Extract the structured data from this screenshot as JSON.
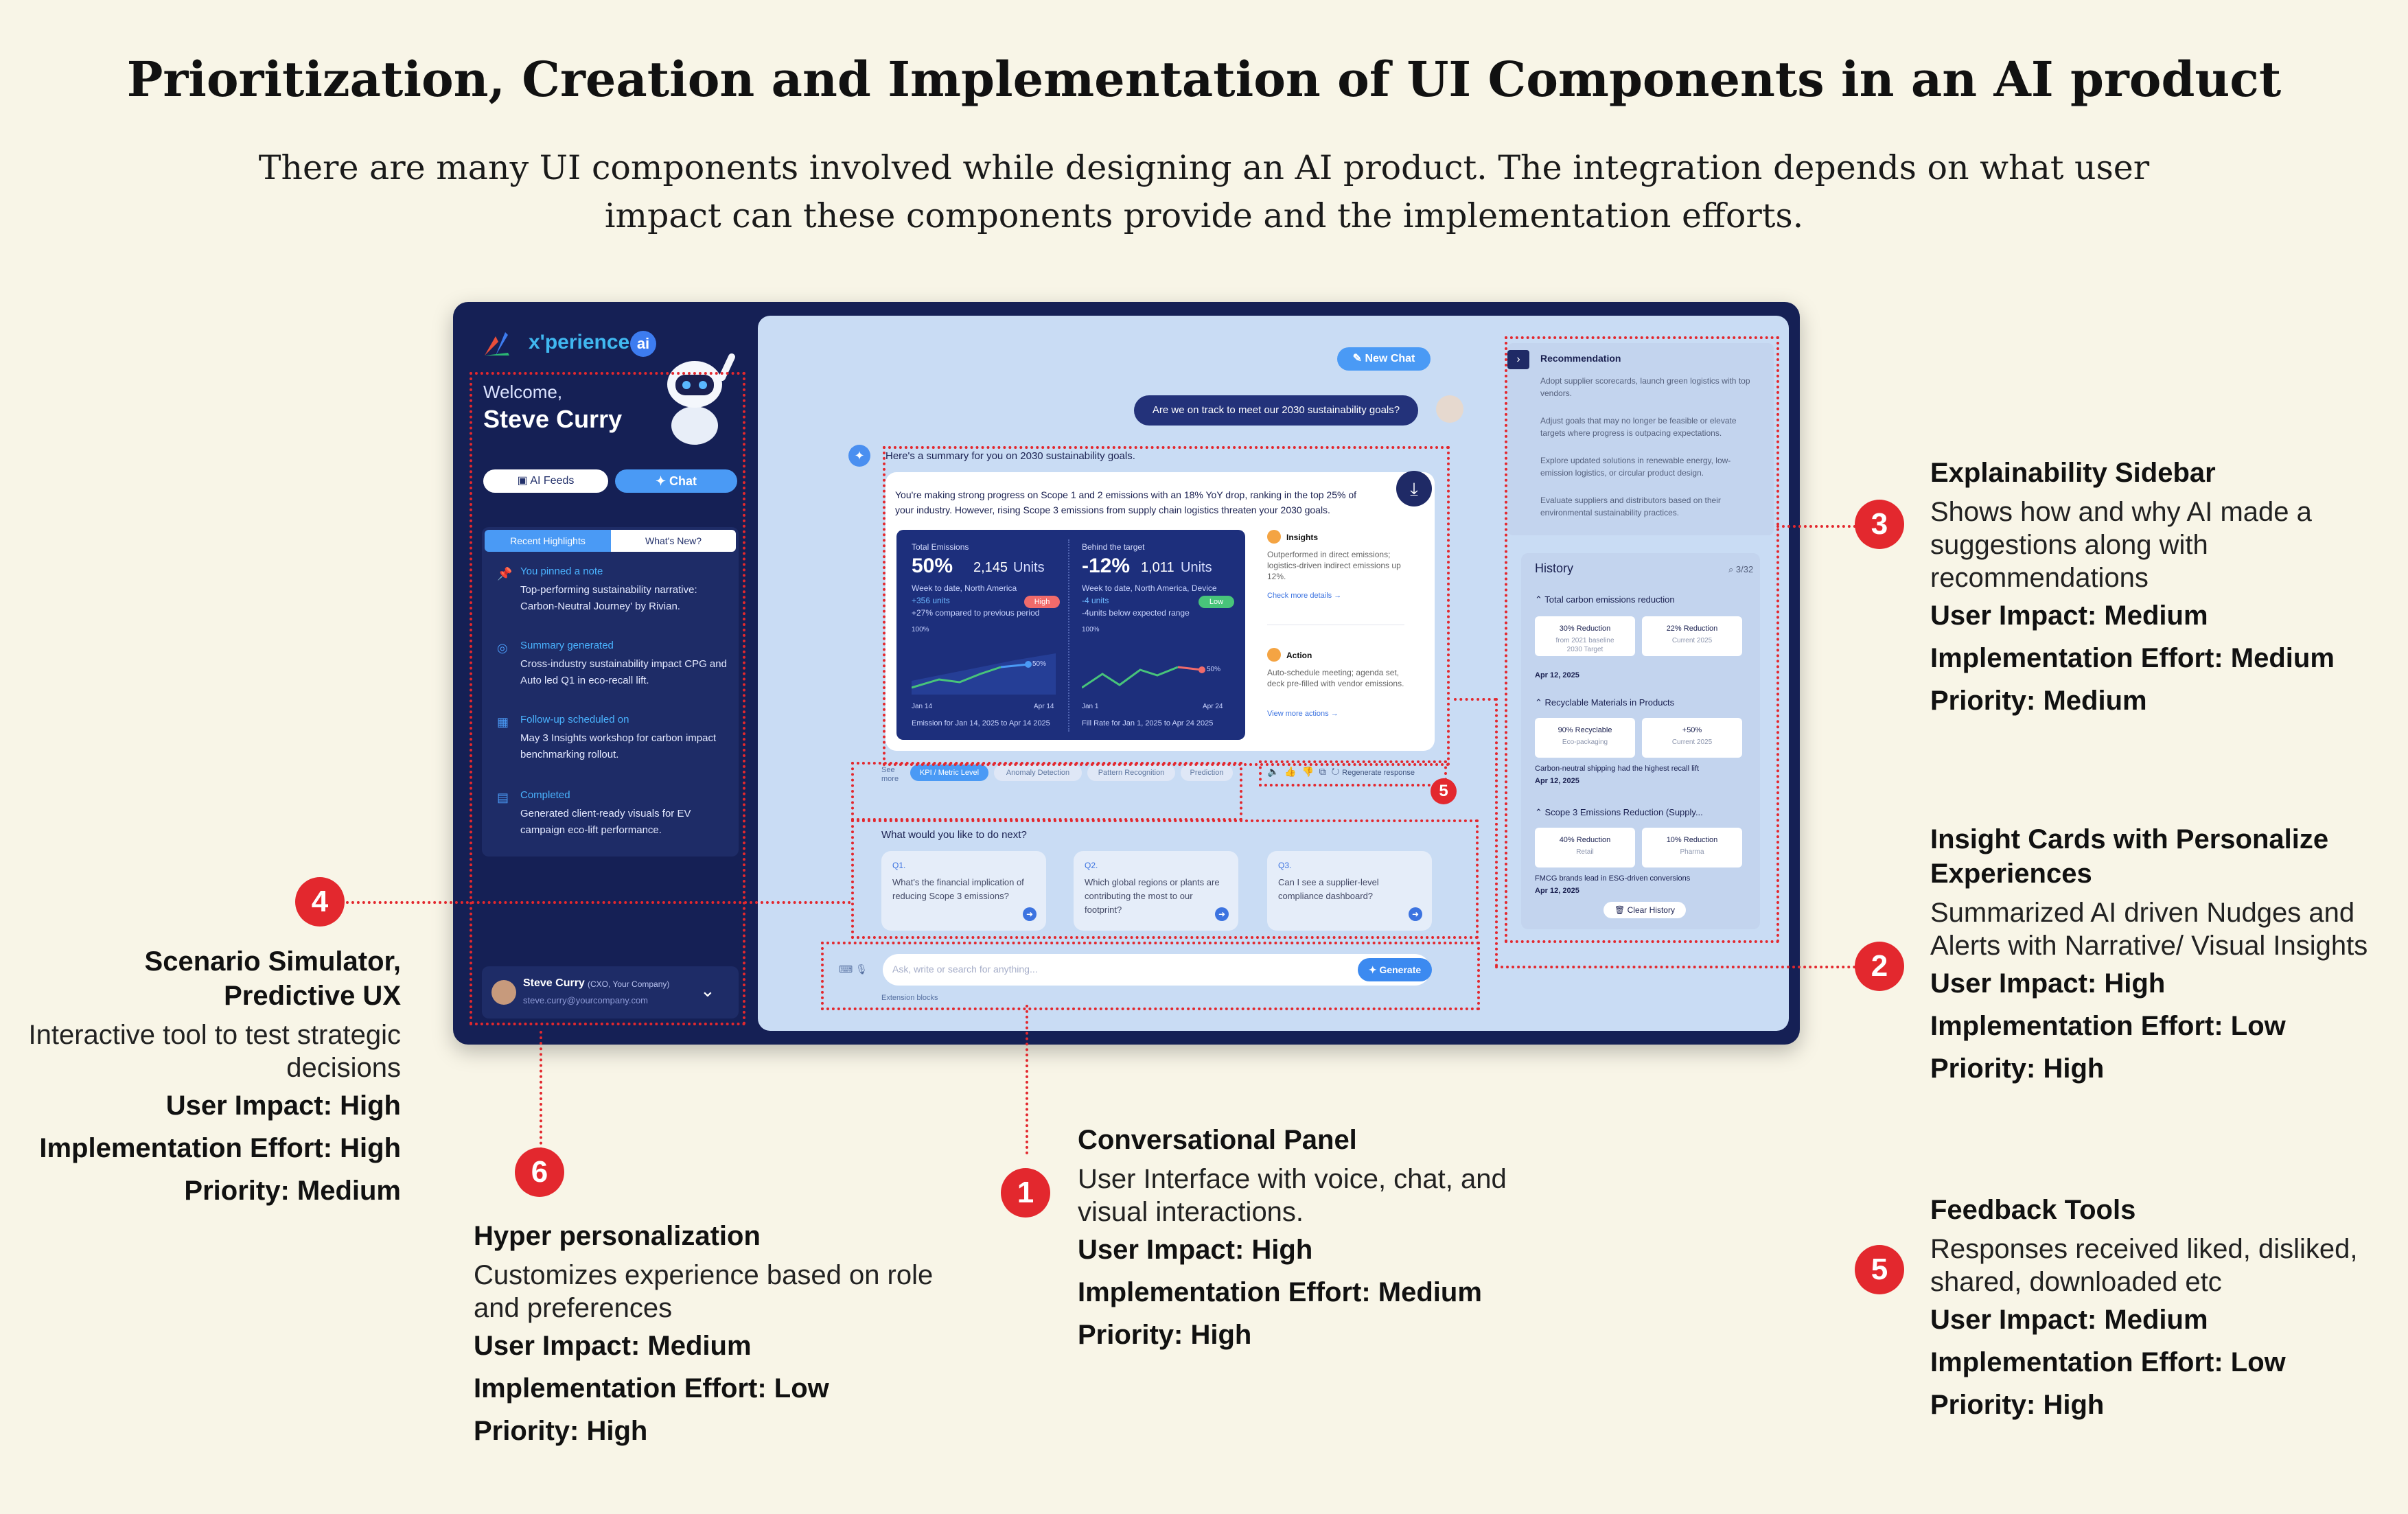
{
  "header": {
    "title": "Prioritization, Creation and Implementation of UI Components in an AI product",
    "subtitle": "There are many UI components involved while designing an AI product. The integration depends on what user impact can these components provide and the implementation efforts."
  },
  "app": {
    "logo_text": "x'perience",
    "logo_badge": "ai",
    "welcome": "Welcome,",
    "user_name": "Steve Curry",
    "tabs": {
      "feeds": "AI Feeds",
      "chat": "Chat"
    },
    "highlight_tabs": {
      "recent": "Recent Highlights",
      "whats_new": "What's New?"
    },
    "highlights": [
      {
        "head": "You pinned a note",
        "body": "Top-performing sustainability narrative: Carbon-Neutral Journey' by Rivian."
      },
      {
        "head": "Summary generated",
        "body": "Cross-industry sustainability impact CPG and Auto led Q1 in eco-recall lift."
      },
      {
        "head": "Follow-up scheduled on",
        "body": "May 3 Insights workshop for carbon impact benchmarking rollout."
      },
      {
        "head": "Completed",
        "body": "Generated client-ready visuals for EV campaign eco-lift performance."
      }
    ],
    "profile": {
      "name": "Steve Curry",
      "role": "(CXO, Your Company)",
      "email": "steve.curry@yourcompany.com"
    },
    "new_chat": "New Chat",
    "user_question": "Are we on track to meet our 2030 sustainability goals?",
    "summary_intro": "Here's a summary for you on 2030 sustainability goals.",
    "summary_text": "You're making strong progress on Scope 1 and 2 emissions with an 18% YoY drop, ranking in the top 25% of your industry. However, rising Scope 3 emissions from supply chain logistics threaten your 2030 goals.",
    "kpi": [
      {
        "label": "Total Emissions",
        "pct": "50%",
        "value": "2,145",
        "units": "Units",
        "period": "Week to date, North America",
        "delta": "+356 units",
        "badge": "High",
        "note": "+27% compared to previous period",
        "axis_top": "100%",
        "axis_left": "Jan 14",
        "axis_right": "Apr 14",
        "marker": "50%",
        "footer": "Emission for Jan 14, 2025 to Apr 14 2025"
      },
      {
        "label": "Behind the target",
        "pct": "-12%",
        "value": "1,011",
        "units": "Units",
        "period": "Week to date, North America, Device",
        "delta": "-4 units",
        "badge": "Low",
        "note": "-4units below expected range",
        "axis_top": "100%",
        "axis_left": "Jan 1",
        "axis_right": "Apr 24",
        "marker": "50%",
        "footer": "Fill Rate for Jan 1, 2025 to Apr 24 2025"
      }
    ],
    "insights": {
      "title": "Insights",
      "text": "Outperformed in direct emissions; logistics-driven indirect emissions up 12%.",
      "link": "Check more details →"
    },
    "action": {
      "title": "Action",
      "text": "Auto-schedule meeting; agenda set, deck pre-filled with vendor emissions.",
      "link": "View more actions →"
    },
    "see_more": "See more",
    "chips": [
      "KPI / Metric Level",
      "Anomaly Detection",
      "Pattern Recognition",
      "Prediction"
    ],
    "feedback": {
      "regen": "Regenerate response"
    },
    "next_label": "What would you like to do next?",
    "questions": [
      {
        "num": "Q1.",
        "text": "What's the financial implication of reducing Scope 3 emissions?"
      },
      {
        "num": "Q2.",
        "text": "Which global regions or plants are contributing the most to our footprint?"
      },
      {
        "num": "Q3.",
        "text": "Can I see a supplier-level compliance dashboard?"
      }
    ],
    "input_placeholder": "Ask, write or search for anything...",
    "generate": "Generate",
    "ext_blurb": "Extension blocks",
    "recommendation": {
      "title": "Recommendation",
      "items": [
        "Adopt supplier scorecards, launch green logistics with top vendors.",
        "Adjust goals that may no longer be feasible or elevate targets where progress is outpacing expectations.",
        "Explore updated solutions in renewable energy, low-emission logistics, or circular product design.",
        "Evaluate suppliers and distributors based on their environmental sustainability practices."
      ]
    },
    "history": {
      "title": "History",
      "count": "3/32",
      "sections": [
        {
          "title": "Total carbon emissions reduction",
          "boxes": [
            {
              "val": "30% Reduction",
              "sub": "from 2021 baseline",
              "sub2": "2030 Target"
            },
            {
              "val": "22% Reduction",
              "sub": "Current 2025",
              "sub2": ""
            }
          ],
          "note": "",
          "date": "Apr 12, 2025"
        },
        {
          "title": "Recyclable Materials in Products",
          "boxes": [
            {
              "val": "90% Recyclable",
              "sub": "Eco-packaging",
              "sub2": ""
            },
            {
              "val": "+50%",
              "sub": "Current 2025",
              "sub2": ""
            }
          ],
          "note": "Carbon-neutral shipping had the highest recall lift",
          "date": "Apr 12, 2025"
        },
        {
          "title": "Scope 3 Emissions Reduction (Supply...",
          "boxes": [
            {
              "val": "40% Reduction",
              "sub": "Retail",
              "sub2": ""
            },
            {
              "val": "10% Reduction",
              "sub": "Pharma",
              "sub2": ""
            }
          ],
          "note": "FMCG brands lead in ESG-driven conversions",
          "date": "Apr 12, 2025"
        }
      ],
      "clear": "Clear History"
    }
  },
  "annotations": {
    "n1": {
      "num": "1",
      "title": "Conversational Panel",
      "desc": "User Interface with voice, chat, and visual interactions.",
      "impact": "User Impact: High",
      "effort": "Implementation Effort: Medium",
      "priority": "Priority: High"
    },
    "n2": {
      "num": "2",
      "title": "Insight Cards with Personalize Experiences",
      "desc": "Summarized AI driven Nudges and Alerts with Narrative/ Visual Insights",
      "impact": "User Impact: High",
      "effort": "Implementation Effort: Low",
      "priority": "Priority: High"
    },
    "n3": {
      "num": "3",
      "title": "Explainability Sidebar",
      "desc": "Shows how and why AI made a suggestions along with recommendations",
      "impact": "User Impact: Medium",
      "effort": "Implementation Effort: Medium",
      "priority": "Priority: Medium"
    },
    "n4": {
      "num": "4",
      "title": "Scenario Simulator, Predictive UX",
      "desc": "Interactive tool to test strategic decisions",
      "impact": "User Impact: High",
      "effort": "Implementation Effort: High",
      "priority": "Priority: Medium"
    },
    "n5": {
      "num": "5",
      "title": "Feedback Tools",
      "desc": "Responses received liked, disliked, shared, downloaded etc",
      "impact": "User Impact: Medium",
      "effort": "Implementation Effort: Low",
      "priority": "Priority: High"
    },
    "n6": {
      "num": "6",
      "title": "Hyper personalization",
      "desc": "Customizes experience based on role and preferences",
      "impact": "User Impact: Medium",
      "effort": "Implementation Effort: Low",
      "priority": "Priority: High"
    }
  },
  "colors": {
    "accent": "#e3282e",
    "navy": "#152055",
    "blue": "#4a9af5",
    "panel": "#c9dcf4",
    "background": "#f8f5e7"
  }
}
